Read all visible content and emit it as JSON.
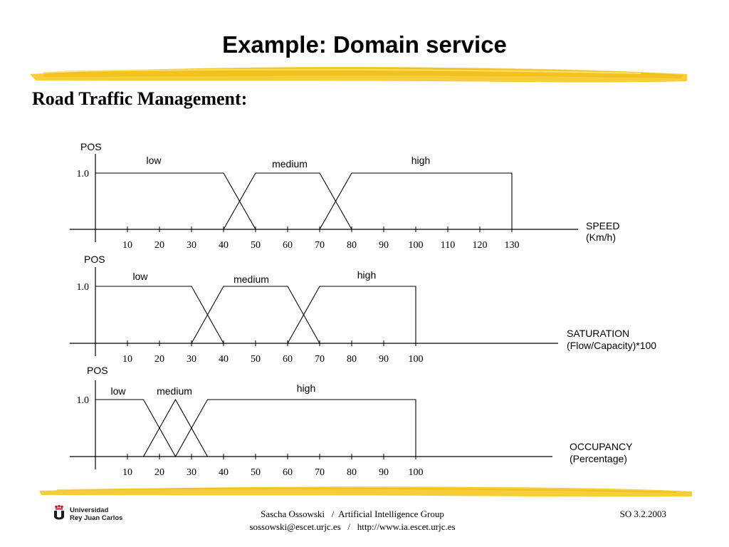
{
  "slide": {
    "title": "Example: Domain service",
    "subtitle": "Road Traffic Management:",
    "footer": {
      "author_line": "Sascha Ossowski   /  Artificial Intelligence Group",
      "contact_line": "sossowski@escet.urjc.es   /   http://www.ia.escet.urjc.es",
      "date": "SO 3.2.2003"
    },
    "logo": {
      "line1": "Universidad",
      "line2": "Rey Juan Carlos"
    },
    "colors": {
      "highlighter": "#f5c518",
      "logo_red": "#c8102e"
    }
  },
  "diagrams": [
    {
      "y_label": "POS",
      "y_tick": "1.0",
      "x_label_1": "SPEED",
      "x_label_2": "(Km/h)",
      "ticks": [
        10,
        20,
        30,
        40,
        50,
        60,
        70,
        80,
        90,
        100,
        110,
        120,
        130
      ],
      "sets": [
        {
          "label": "low",
          "points": [
            [
              0,
              1
            ],
            [
              40,
              1
            ],
            [
              50,
              0
            ]
          ]
        },
        {
          "label": "medium",
          "points": [
            [
              40,
              0
            ],
            [
              50,
              1
            ],
            [
              70,
              1
            ],
            [
              80,
              0
            ]
          ]
        },
        {
          "label": "high",
          "points": [
            [
              70,
              0
            ],
            [
              80,
              1
            ],
            [
              130,
              1
            ],
            [
              130,
              0
            ]
          ]
        }
      ]
    },
    {
      "y_label": "POS",
      "y_tick": "1.0",
      "x_label_1": "SATURATION",
      "x_label_2": "(Flow/Capacity)*100",
      "ticks": [
        10,
        20,
        30,
        40,
        50,
        60,
        70,
        80,
        90,
        100
      ],
      "sets": [
        {
          "label": "low",
          "points": [
            [
              0,
              1
            ],
            [
              30,
              1
            ],
            [
              40,
              0
            ]
          ]
        },
        {
          "label": "medium",
          "points": [
            [
              30,
              0
            ],
            [
              40,
              1
            ],
            [
              60,
              1
            ],
            [
              70,
              0
            ]
          ]
        },
        {
          "label": "high",
          "points": [
            [
              60,
              0
            ],
            [
              70,
              1
            ],
            [
              100,
              1
            ],
            [
              100,
              0
            ]
          ]
        }
      ]
    },
    {
      "y_label": "POS",
      "y_tick": "1.0",
      "x_label_1": "OCCUPANCY",
      "x_label_2": "(Percentage)",
      "ticks": [
        10,
        20,
        30,
        40,
        50,
        60,
        70,
        80,
        90,
        100
      ],
      "sets": [
        {
          "label": "low",
          "points": [
            [
              0,
              1
            ],
            [
              15,
              1
            ],
            [
              25,
              0
            ]
          ]
        },
        {
          "label": "medium",
          "points": [
            [
              15,
              0
            ],
            [
              25,
              1
            ],
            [
              35,
              0
            ]
          ]
        },
        {
          "label": "high",
          "points": [
            [
              25,
              0
            ],
            [
              35,
              1
            ],
            [
              100,
              1
            ],
            [
              100,
              0
            ]
          ]
        }
      ]
    }
  ]
}
